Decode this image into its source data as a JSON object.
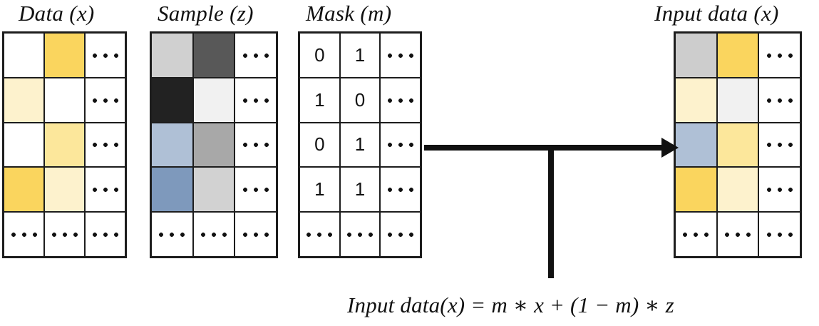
{
  "figure": {
    "type": "masked-data-fusion-diagram",
    "formula": "Input data(x) = m ∗ x + (1 − m) ∗ z"
  },
  "palette": {
    "white": "#ffffff",
    "yellow_strong": "#fad55e",
    "yellow_medium": "#fce79b",
    "yellow_pale": "#fdf2cd",
    "gray_light": "#d0d0d0",
    "gray_dark": "#585858",
    "gray_near_black": "#222222",
    "gray_off_white": "#f1f1f1",
    "gray_medium": "#a8a8a8",
    "gray_light2": "#d2d2d2",
    "blue_light": "#afc0d6",
    "blue_steel": "#7e99bc",
    "stroke": "#1d1d1d"
  },
  "tables": {
    "data": {
      "title": "Data (x)",
      "rows": [
        [
          {
            "fill": "#ffffff",
            "text": ""
          },
          {
            "fill": "#fad55e",
            "text": ""
          },
          {
            "fill": "#ffffff",
            "text": "•••"
          }
        ],
        [
          {
            "fill": "#fdf2cd",
            "text": ""
          },
          {
            "fill": "#ffffff",
            "text": ""
          },
          {
            "fill": "#ffffff",
            "text": "•••"
          }
        ],
        [
          {
            "fill": "#ffffff",
            "text": ""
          },
          {
            "fill": "#fce79b",
            "text": ""
          },
          {
            "fill": "#ffffff",
            "text": "•••"
          }
        ],
        [
          {
            "fill": "#fad55e",
            "text": ""
          },
          {
            "fill": "#fdf2cd",
            "text": ""
          },
          {
            "fill": "#ffffff",
            "text": "•••"
          }
        ],
        [
          {
            "fill": "#ffffff",
            "text": "•••"
          },
          {
            "fill": "#ffffff",
            "text": "•••"
          },
          {
            "fill": "#ffffff",
            "text": "•••"
          }
        ]
      ]
    },
    "sample": {
      "title": "Sample (z)",
      "rows": [
        [
          {
            "fill": "#d0d0d0",
            "text": ""
          },
          {
            "fill": "#585858",
            "text": ""
          },
          {
            "fill": "#ffffff",
            "text": "•••"
          }
        ],
        [
          {
            "fill": "#222222",
            "text": ""
          },
          {
            "fill": "#f1f1f1",
            "text": ""
          },
          {
            "fill": "#ffffff",
            "text": "•••"
          }
        ],
        [
          {
            "fill": "#afc0d6",
            "text": ""
          },
          {
            "fill": "#a8a8a8",
            "text": ""
          },
          {
            "fill": "#ffffff",
            "text": "•••"
          }
        ],
        [
          {
            "fill": "#7e99bc",
            "text": ""
          },
          {
            "fill": "#d2d2d2",
            "text": ""
          },
          {
            "fill": "#ffffff",
            "text": "•••"
          }
        ],
        [
          {
            "fill": "#ffffff",
            "text": "•••"
          },
          {
            "fill": "#ffffff",
            "text": "•••"
          },
          {
            "fill": "#ffffff",
            "text": "•••"
          }
        ]
      ]
    },
    "mask": {
      "title": "Mask (m)",
      "rows": [
        [
          {
            "fill": "#ffffff",
            "text": "0"
          },
          {
            "fill": "#ffffff",
            "text": "1"
          },
          {
            "fill": "#ffffff",
            "text": "•••"
          }
        ],
        [
          {
            "fill": "#ffffff",
            "text": "1"
          },
          {
            "fill": "#ffffff",
            "text": "0"
          },
          {
            "fill": "#ffffff",
            "text": "•••"
          }
        ],
        [
          {
            "fill": "#ffffff",
            "text": "0"
          },
          {
            "fill": "#ffffff",
            "text": "1"
          },
          {
            "fill": "#ffffff",
            "text": "•••"
          }
        ],
        [
          {
            "fill": "#ffffff",
            "text": "1"
          },
          {
            "fill": "#ffffff",
            "text": "1"
          },
          {
            "fill": "#ffffff",
            "text": "•••"
          }
        ],
        [
          {
            "fill": "#ffffff",
            "text": "•••"
          },
          {
            "fill": "#ffffff",
            "text": "•••"
          },
          {
            "fill": "#ffffff",
            "text": "•••"
          }
        ]
      ]
    },
    "input": {
      "title": "Input data (x)",
      "rows": [
        [
          {
            "fill": "#cdcdcd",
            "text": ""
          },
          {
            "fill": "#fad55e",
            "text": ""
          },
          {
            "fill": "#ffffff",
            "text": "•••"
          }
        ],
        [
          {
            "fill": "#fdf2cd",
            "text": ""
          },
          {
            "fill": "#f1f1f1",
            "text": ""
          },
          {
            "fill": "#ffffff",
            "text": "•••"
          }
        ],
        [
          {
            "fill": "#afc0d6",
            "text": ""
          },
          {
            "fill": "#fce79b",
            "text": ""
          },
          {
            "fill": "#ffffff",
            "text": "•••"
          }
        ],
        [
          {
            "fill": "#fad55e",
            "text": ""
          },
          {
            "fill": "#fdf2cd",
            "text": ""
          },
          {
            "fill": "#ffffff",
            "text": "•••"
          }
        ],
        [
          {
            "fill": "#ffffff",
            "text": "•••"
          },
          {
            "fill": "#ffffff",
            "text": "•••"
          },
          {
            "fill": "#ffffff",
            "text": "•••"
          }
        ]
      ]
    }
  },
  "chart_data": {
    "type": "table",
    "title": "Input data(x) = m ∗ x + (1 − m) ∗ z",
    "panels": [
      "Data (x)",
      "Sample (z)",
      "Mask (m)",
      "Input data (x)"
    ],
    "mask_values": [
      [
        0,
        1
      ],
      [
        1,
        0
      ],
      [
        0,
        1
      ],
      [
        1,
        1
      ]
    ],
    "note": "Each panel is a 5x3 grid; the third column and fifth row are ellipses indicating continuation."
  }
}
